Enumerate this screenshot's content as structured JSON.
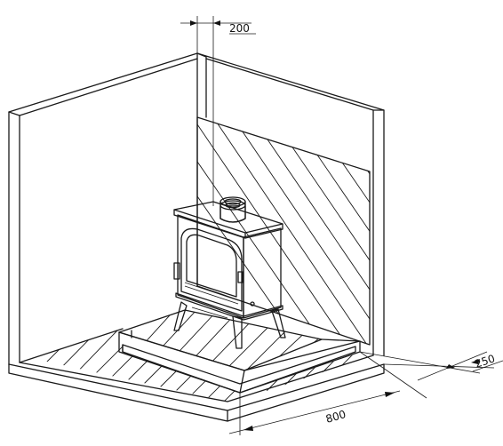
{
  "dimensions": {
    "top_gap": "200",
    "side_depth": "250",
    "front_width": "800"
  }
}
